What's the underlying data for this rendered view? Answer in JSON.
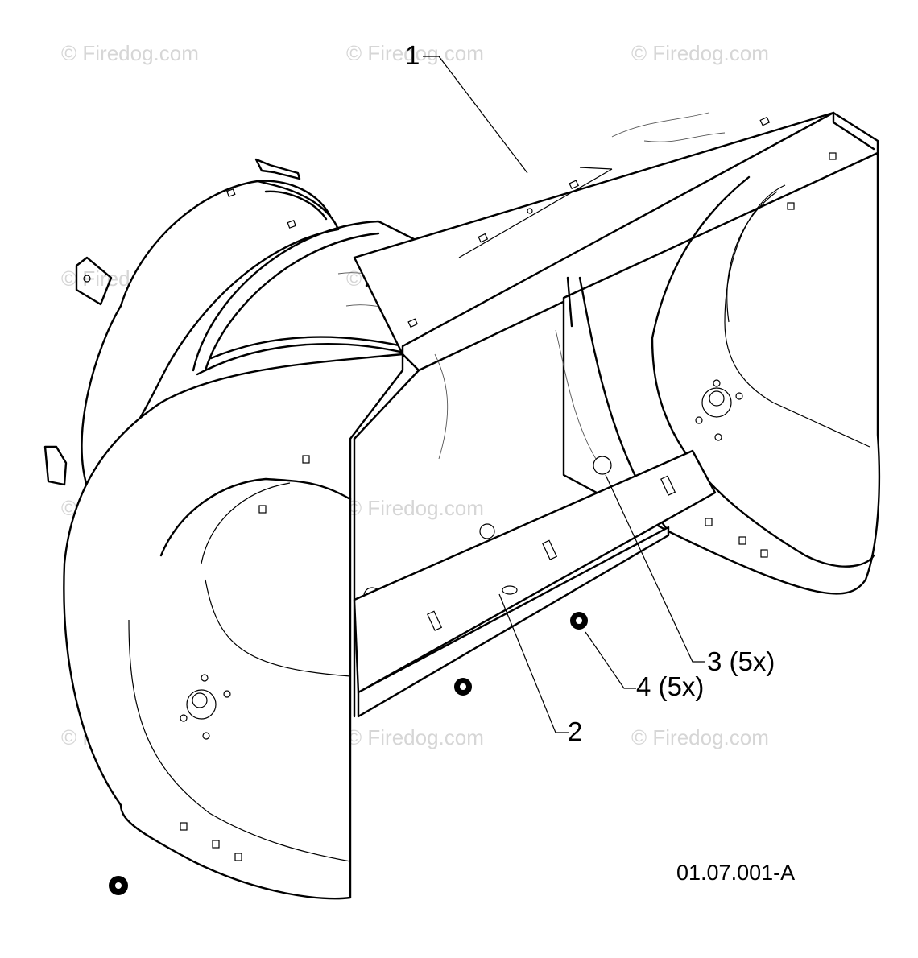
{
  "watermark": "© Firedog.com",
  "figure_ref": "01.07.001-A",
  "callouts": [
    {
      "id": "1",
      "label": "1"
    },
    {
      "id": "2",
      "label": "2"
    },
    {
      "id": "3",
      "label": "3 (5x)"
    },
    {
      "id": "4",
      "label": "4 (5x)"
    }
  ],
  "colors": {
    "line": "#000000",
    "watermark": "#d6d6d6",
    "background": "#ffffff"
  }
}
